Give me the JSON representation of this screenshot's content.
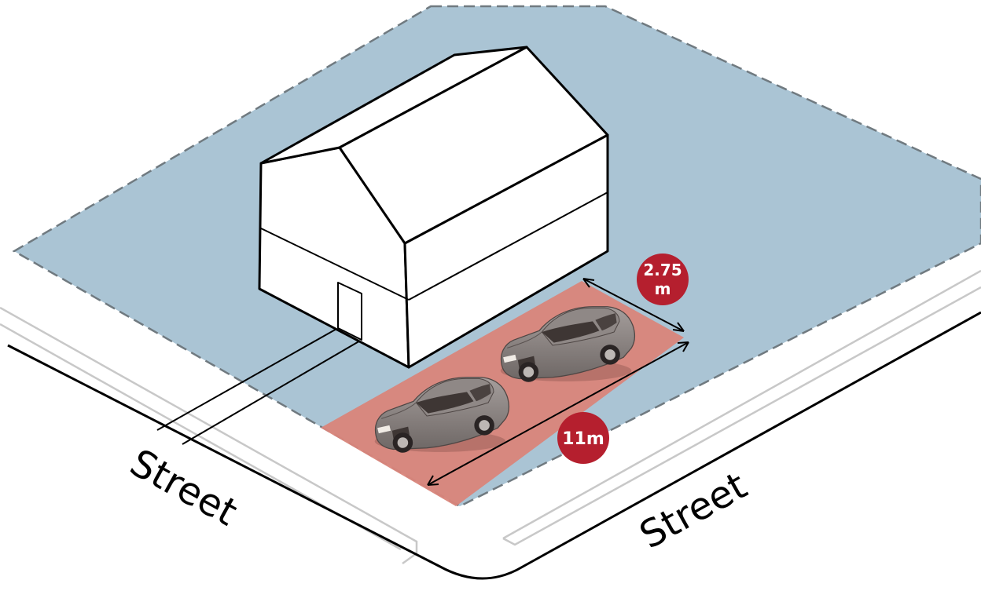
{
  "streets": {
    "left_label": "Street",
    "right_label": "Street"
  },
  "dimensions": {
    "width_line1": "2.75",
    "width_line2": "m",
    "length": "11m"
  },
  "colors": {
    "lot": "#aac4d4",
    "lot_border": "#707a80",
    "parking_pad": "#d9857a",
    "badge": "#b51f2e",
    "car_body": "#8c8583",
    "car_dark": "#4e4644",
    "house_fill": "#ffffff",
    "outline": "#000000"
  },
  "icons": {
    "car": "car-icon",
    "house": "house-icon"
  }
}
